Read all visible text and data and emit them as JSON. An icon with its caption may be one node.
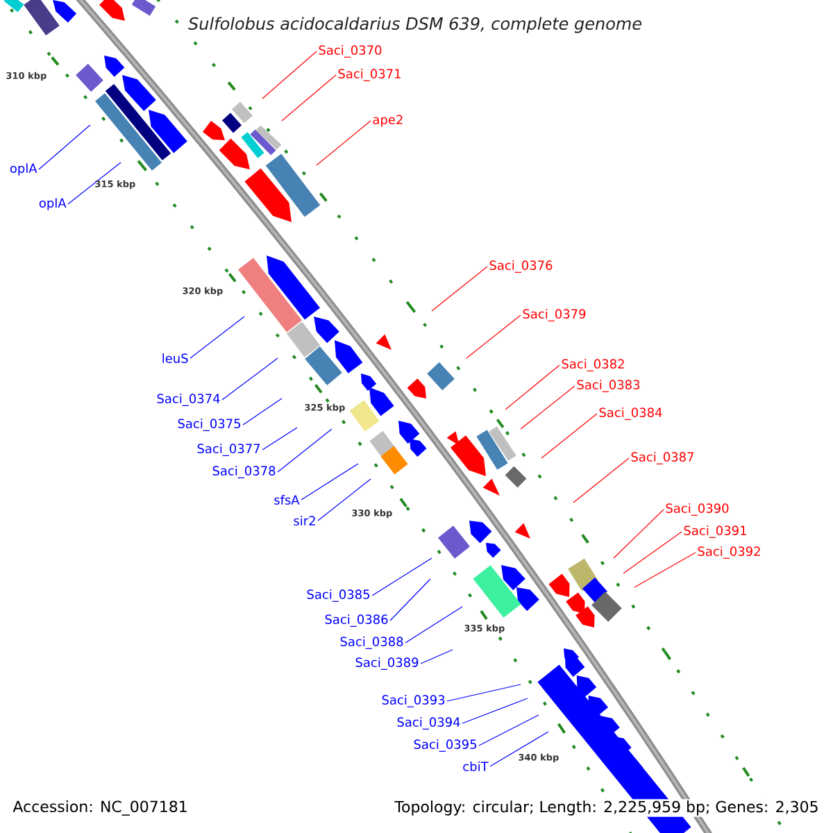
{
  "diagram": {
    "title": "Sulfolobus acidocaldarius DSM 639, complete genome",
    "nodes": [
      {
        "text": [
          "Saci_0370"
        ]
      },
      {
        "text": [
          "Saci_0371"
        ]
      },
      {
        "text": [
          "ape2"
        ]
      },
      {
        "text": [
          "oplA"
        ]
      },
      {
        "text": [
          "oplA"
        ]
      },
      {
        "text": [
          "Saci_0376"
        ]
      },
      {
        "text": [
          "Saci_0379"
        ]
      },
      {
        "text": [
          "leuS"
        ]
      },
      {
        "text": [
          "Saci_0382"
        ]
      },
      {
        "text": [
          "Saci_0383"
        ]
      },
      {
        "text": [
          "Saci_0374"
        ]
      },
      {
        "text": [
          "Saci_0384"
        ]
      },
      {
        "text": [
          "Saci_0375"
        ]
      },
      {
        "text": [
          "Saci_0377"
        ]
      },
      {
        "text": [
          "Saci_0387"
        ]
      },
      {
        "text": [
          "Saci_0378"
        ]
      },
      {
        "text": [
          "sfsA"
        ]
      },
      {
        "text": [
          "Saci_0390"
        ]
      },
      {
        "text": [
          "sir2"
        ]
      },
      {
        "text": [
          "Saci_0391"
        ]
      },
      {
        "text": [
          "Saci_0392"
        ]
      },
      {
        "text": [
          "Saci_0385"
        ]
      },
      {
        "text": [
          "Saci_0386"
        ]
      },
      {
        "text": [
          "Saci_0388"
        ]
      },
      {
        "text": [
          "Saci_0389"
        ]
      },
      {
        "text": [
          "Saci_0393"
        ]
      },
      {
        "text": [
          "Saci_0394"
        ]
      },
      {
        "text": [
          "Saci_0395"
        ]
      },
      {
        "text": [
          "cbiT"
        ]
      }
    ],
    "edges": [
      {
        "from": 0,
        "to": null,
        "arrow": "none",
        "color": "#ff0000"
      },
      {
        "from": 1,
        "to": null,
        "arrow": "none",
        "color": "#ff0000"
      },
      {
        "from": 2,
        "to": null,
        "arrow": "none",
        "color": "#ff0000"
      },
      {
        "from": 3,
        "to": null,
        "arrow": "none"
      },
      {
        "from": 4,
        "to": null,
        "arrow": "none"
      },
      {
        "from": 5,
        "to": null,
        "arrow": "none",
        "color": "#ff0000"
      },
      {
        "from": 6,
        "to": null,
        "arrow": "none",
        "color": "#ff0000"
      },
      {
        "from": 7,
        "to": null,
        "arrow": "none"
      },
      {
        "from": 8,
        "to": null,
        "arrow": "none",
        "color": "#ff0000"
      },
      {
        "from": 9,
        "to": null,
        "arrow": "none",
        "color": "#ff0000"
      },
      {
        "from": 10,
        "to": null,
        "arrow": "none"
      },
      {
        "from": 11,
        "to": null,
        "arrow": "none",
        "color": "#ff0000"
      },
      {
        "from": 12,
        "to": null,
        "arrow": "none"
      },
      {
        "from": 13,
        "to": null,
        "arrow": "none"
      },
      {
        "from": 14,
        "to": null,
        "arrow": "none",
        "color": "#ff0000"
      },
      {
        "from": 15,
        "to": null,
        "arrow": "none"
      },
      {
        "from": 16,
        "to": null,
        "arrow": "none"
      },
      {
        "from": 17,
        "to": null,
        "arrow": "none",
        "color": "#ff0000"
      },
      {
        "from": 18,
        "to": null,
        "arrow": "none"
      },
      {
        "from": 19,
        "to": null,
        "arrow": "none",
        "color": "#ff0000"
      },
      {
        "from": 20,
        "to": null,
        "arrow": "none",
        "color": "#ff0000"
      },
      {
        "from": 21,
        "to": null,
        "arrow": "none"
      },
      {
        "from": 22,
        "to": null,
        "arrow": "none"
      },
      {
        "from": 23,
        "to": null,
        "arrow": "none"
      },
      {
        "from": 24,
        "to": null,
        "arrow": "none"
      },
      {
        "from": 25,
        "to": null,
        "arrow": "none"
      },
      {
        "from": 26,
        "to": null,
        "arrow": "none"
      },
      {
        "from": 27,
        "to": null,
        "arrow": "none"
      },
      {
        "from": 28,
        "to": null,
        "arrow": "none"
      }
    ],
    "labels": [
      "310 kbp",
      "315 kbp",
      "320 kbp",
      "325 kbp",
      "330 kbp",
      "335 kbp",
      "340 kbp",
      "Accession: NC_007181",
      "Topology: circular; Length: 2,225,959 bp; Genes: 2,305"
    ]
  }
}
